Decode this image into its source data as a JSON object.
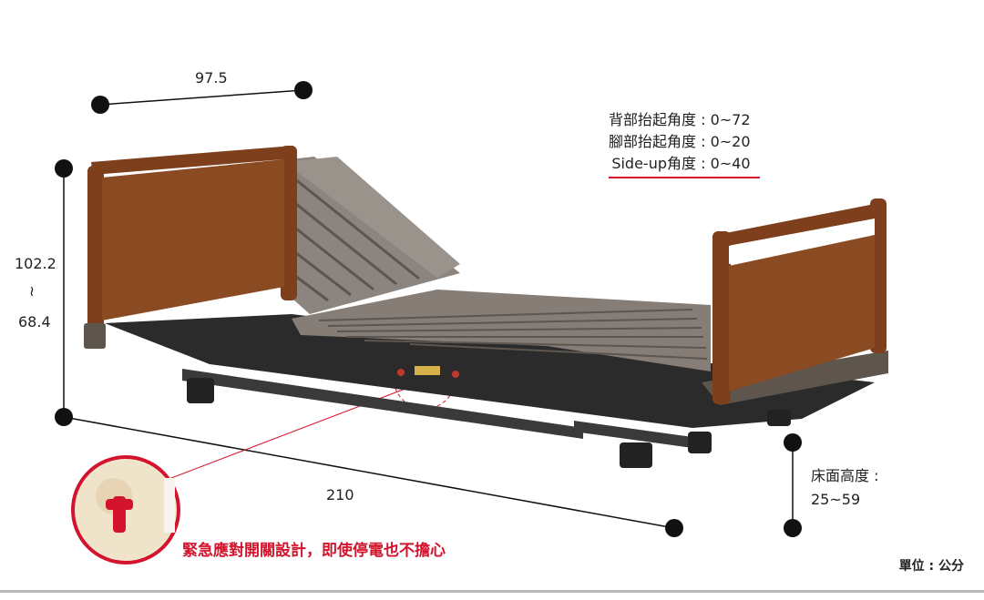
{
  "dimensions": {
    "width": "97.5",
    "height_max": "102.2",
    "height_sep": "≀",
    "height_min": "68.4",
    "length": "210"
  },
  "specs": {
    "back_angle": "背部抬起角度 : 0~72",
    "leg_angle": "腳部抬起角度 : 0~20",
    "sideup_angle": "Side-up角度 : 0~40"
  },
  "bed_height": {
    "label": "床面高度 :",
    "value": "25~59"
  },
  "emergency_note": "緊急應對開關設計，即使停電也不擔心",
  "unit": "單位 : 公分",
  "colors": {
    "accent": "#d4142c",
    "wood": "#8a4a22",
    "frame": "#2b2b2b",
    "deck": "#7a746e"
  }
}
